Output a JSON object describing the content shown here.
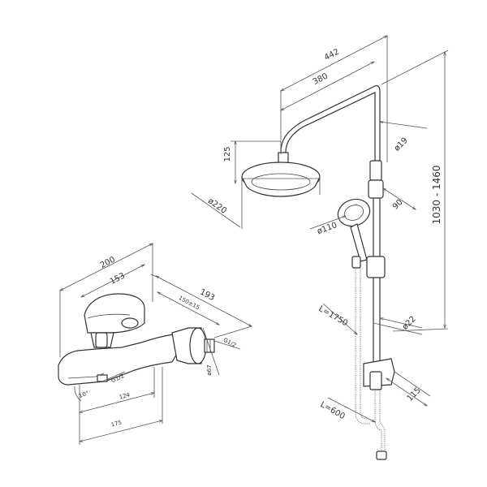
{
  "shower_dims": {
    "width_total": "442",
    "arm_length": "380",
    "height_range": "1030 - 1460",
    "head_drop": "125",
    "head_diameter": "ø220",
    "pipe_diameter": "ø19",
    "holder_offset": "90",
    "hand_diameter": "ø110",
    "hose_long": "L=1750",
    "rail_diameter": "ø22",
    "hose_short": "L=600",
    "holder_depth": "115"
  },
  "mixer_dims": {
    "total_length": "200",
    "body_length": "153",
    "depth": "193",
    "centers": "150±15",
    "thread_inlet": "G1/2",
    "flange_diameter": "ø67",
    "spout_thread": "G1/2",
    "spout_angle": "10°",
    "spout_length": "124",
    "base_length": "175"
  }
}
